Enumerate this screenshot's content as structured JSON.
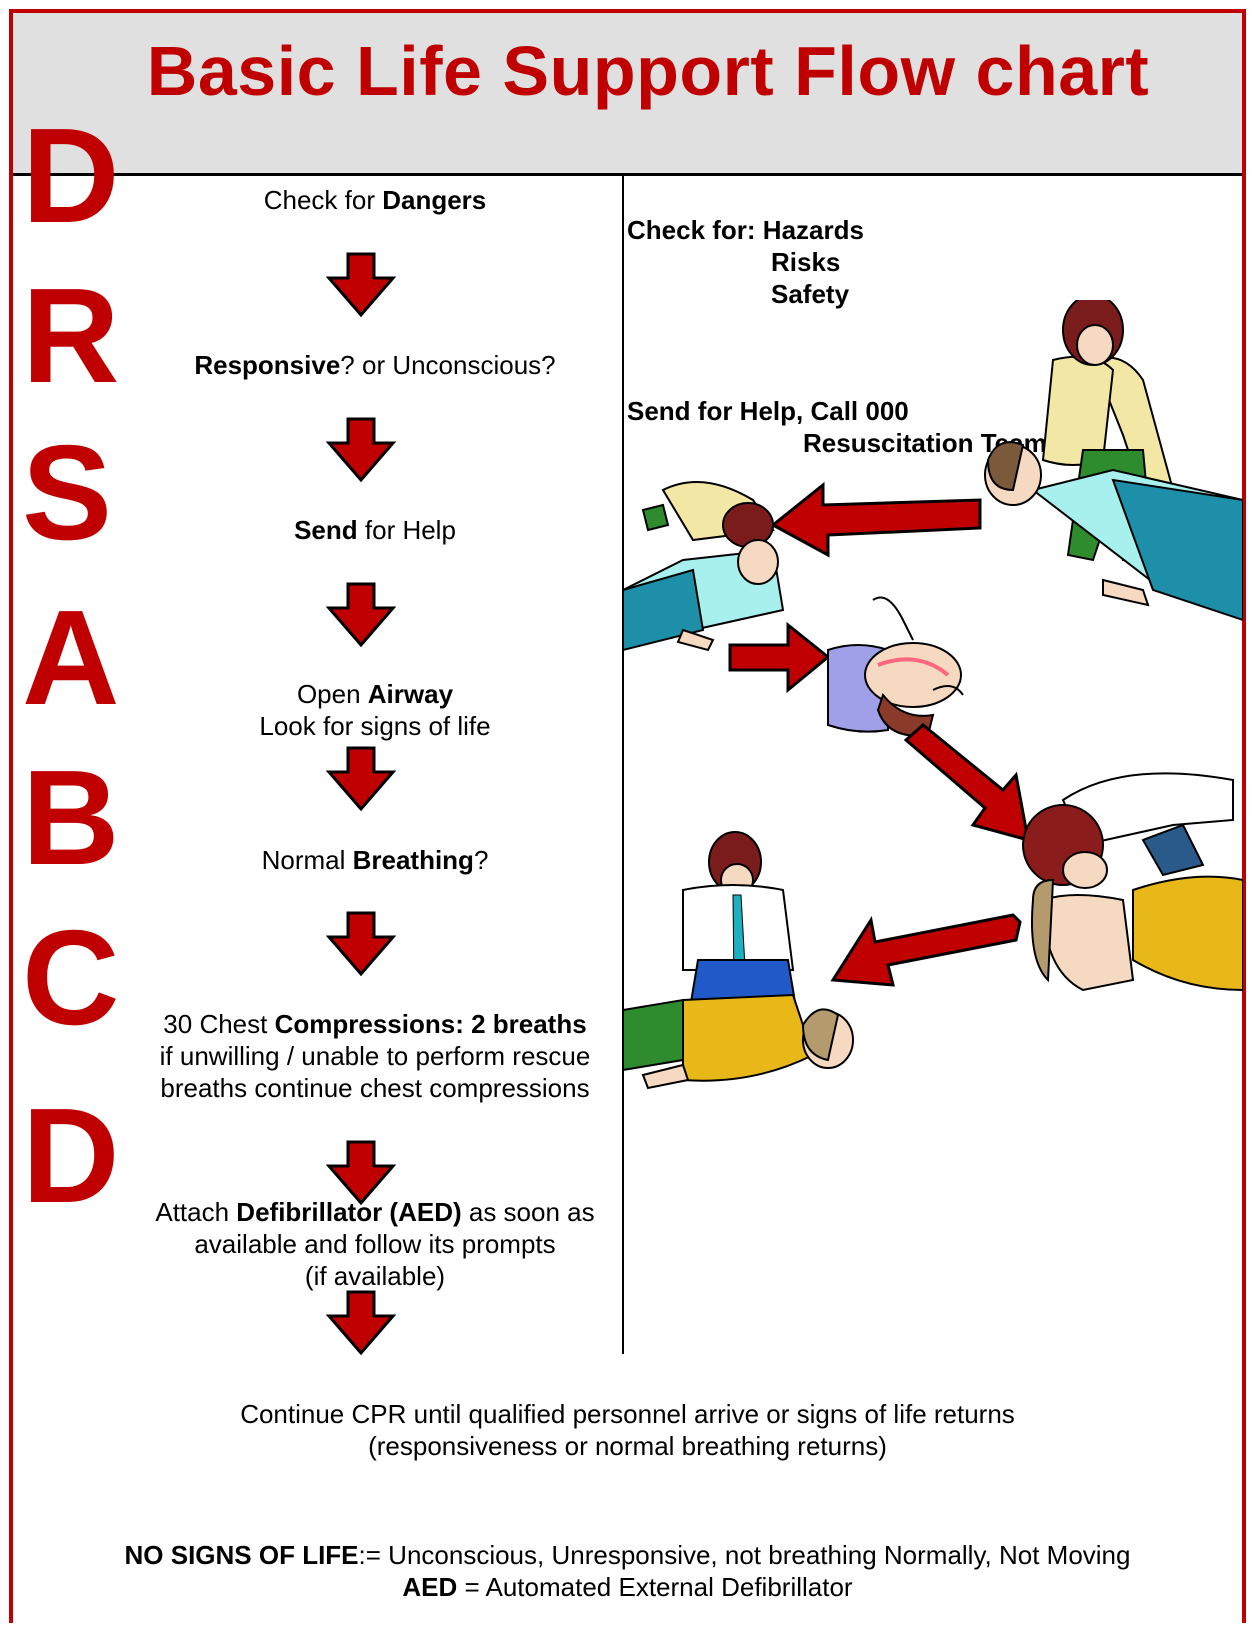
{
  "title": "Basic Life Support Flow chart",
  "letters": [
    "D",
    "R",
    "S",
    "A",
    "B",
    "C",
    "D"
  ],
  "steps": [
    {
      "pre": "Check for ",
      "bold": "Dangers",
      "post": ""
    },
    {
      "pre": "",
      "bold": "Responsive",
      "post": "? or Unconscious?"
    },
    {
      "pre": "",
      "bold": "Send",
      "post": " for Help"
    },
    {
      "pre": "Open ",
      "bold": "Airway",
      "post": "",
      "line2": "Look for signs of life"
    },
    {
      "pre": "Normal ",
      "bold": "Breathing",
      "post": "?"
    },
    {
      "pre": "30 Chest ",
      "bold": "Compressions: 2 breaths",
      "post": "",
      "line2": "if unwilling / unable to perform rescue",
      "line3": "breaths continue chest compressions"
    },
    {
      "pre": "Attach ",
      "bold": "Defibrillator (AED)",
      "post": " as soon as",
      "line2": "available and follow its prompts",
      "line3": "(if available)"
    }
  ],
  "right": {
    "hazards_label": "Check for: Hazards",
    "risks": "Risks",
    "safety": "Safety",
    "help_line1": "Send for Help, Call 000",
    "help_line2": "Resuscitation Team"
  },
  "footer": {
    "cpr_line1": "Continue CPR until qualified personnel arrive or signs of life returns",
    "cpr_line2": "(responsiveness or normal breathing returns)",
    "nsl_bold": "NO SIGNS OF LIFE",
    "nsl_rest": ":= Unconscious, Unresponsive, not breathing Normally, Not Moving",
    "aed_bold": "AED",
    "aed_rest": " = Automated External Defibrillator"
  },
  "colors": {
    "red": "#c00000",
    "header_bg": "#e0e0e0",
    "arrow_fill": "#c00000"
  }
}
